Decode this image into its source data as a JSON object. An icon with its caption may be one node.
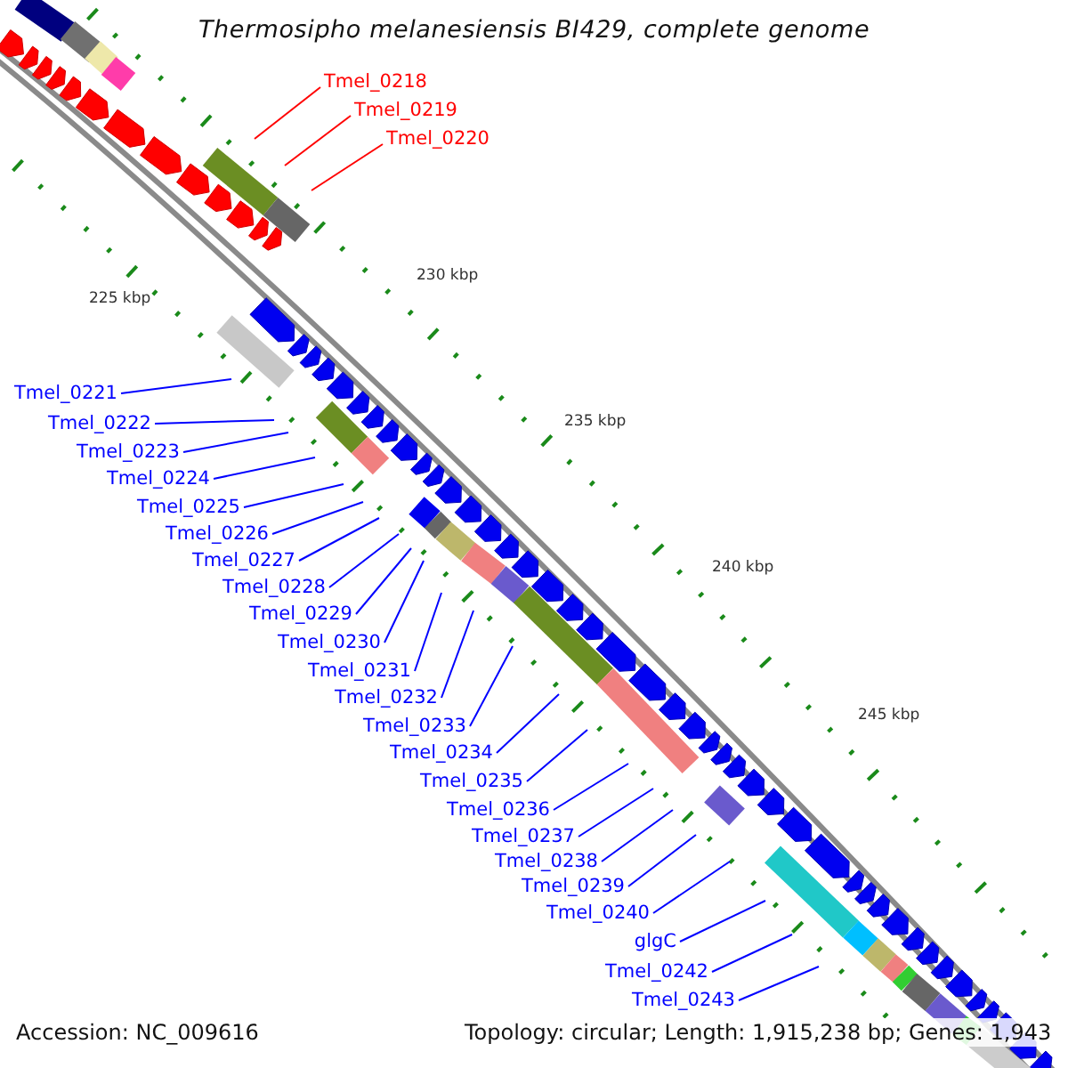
{
  "diagram": {
    "title": "Thermosipho melanesiensis BI429, complete genome",
    "nodes": [
      {
        "text": [
          "Tmel_0218"
        ]
      },
      {
        "text": [
          "Tmel_0219"
        ]
      },
      {
        "text": [
          "Tmel_0220"
        ]
      },
      {
        "text": [
          "Tmel_0221"
        ]
      },
      {
        "text": [
          "Tmel_0222"
        ]
      },
      {
        "text": [
          "Tmel_0223"
        ]
      },
      {
        "text": [
          "Tmel_0224"
        ]
      },
      {
        "text": [
          "Tmel_0225"
        ]
      },
      {
        "text": [
          "Tmel_0226"
        ]
      },
      {
        "text": [
          "Tmel_0227"
        ]
      },
      {
        "text": [
          "Tmel_0228"
        ]
      },
      {
        "text": [
          "Tmel_0229"
        ]
      },
      {
        "text": [
          "Tmel_0230"
        ]
      },
      {
        "text": [
          "Tmel_0231"
        ]
      },
      {
        "text": [
          "Tmel_0232"
        ]
      },
      {
        "text": [
          "Tmel_0233"
        ]
      },
      {
        "text": [
          "Tmel_0234"
        ]
      },
      {
        "text": [
          "Tmel_0235"
        ]
      },
      {
        "text": [
          "Tmel_0236"
        ]
      },
      {
        "text": [
          "Tmel_0237"
        ]
      },
      {
        "text": [
          "Tmel_0238"
        ]
      },
      {
        "text": [
          "Tmel_0239"
        ]
      },
      {
        "text": [
          "Tmel_0240"
        ]
      },
      {
        "text": [
          "glgC"
        ]
      },
      {
        "text": [
          "Tmel_0242"
        ]
      },
      {
        "text": [
          "Tmel_0243"
        ]
      }
    ],
    "edges": [
      {
        "from": 0,
        "to": null,
        "arrow": "none",
        "color": "#ff0000"
      },
      {
        "from": 1,
        "to": null,
        "arrow": "none",
        "color": "#ff0000"
      },
      {
        "from": 2,
        "to": null,
        "arrow": "none",
        "color": "#ff0000"
      },
      {
        "from": 3,
        "to": null,
        "arrow": "none"
      },
      {
        "from": 4,
        "to": null,
        "arrow": "none"
      },
      {
        "from": 5,
        "to": null,
        "arrow": "none"
      },
      {
        "from": 6,
        "to": null,
        "arrow": "none"
      },
      {
        "from": 7,
        "to": null,
        "arrow": "none"
      },
      {
        "from": 8,
        "to": null,
        "arrow": "none"
      },
      {
        "from": 9,
        "to": null,
        "arrow": "none"
      },
      {
        "from": 10,
        "to": null,
        "arrow": "none"
      },
      {
        "from": 11,
        "to": null,
        "arrow": "none"
      },
      {
        "from": 12,
        "to": null,
        "arrow": "none"
      },
      {
        "from": 13,
        "to": null,
        "arrow": "none"
      },
      {
        "from": 14,
        "to": null,
        "arrow": "none"
      },
      {
        "from": 15,
        "to": null,
        "arrow": "none"
      },
      {
        "from": 16,
        "to": null,
        "arrow": "none"
      },
      {
        "from": 17,
        "to": null,
        "arrow": "none"
      },
      {
        "from": 18,
        "to": null,
        "arrow": "none"
      },
      {
        "from": 19,
        "to": null,
        "arrow": "none"
      },
      {
        "from": 20,
        "to": null,
        "arrow": "none"
      },
      {
        "from": 21,
        "to": null,
        "arrow": "none"
      },
      {
        "from": 22,
        "to": null,
        "arrow": "none"
      },
      {
        "from": 23,
        "to": null,
        "arrow": "none"
      },
      {
        "from": 24,
        "to": null,
        "arrow": "none"
      },
      {
        "from": 25,
        "to": null,
        "arrow": "none"
      }
    ],
    "labels": [
      "225 kbp",
      "230 kbp",
      "235 kbp",
      "240 kbp",
      "245 kbp",
      "Accession: NC_009616",
      "Topology: circular; Length: 1,915,238 bp; Genes: 1,943"
    ]
  }
}
